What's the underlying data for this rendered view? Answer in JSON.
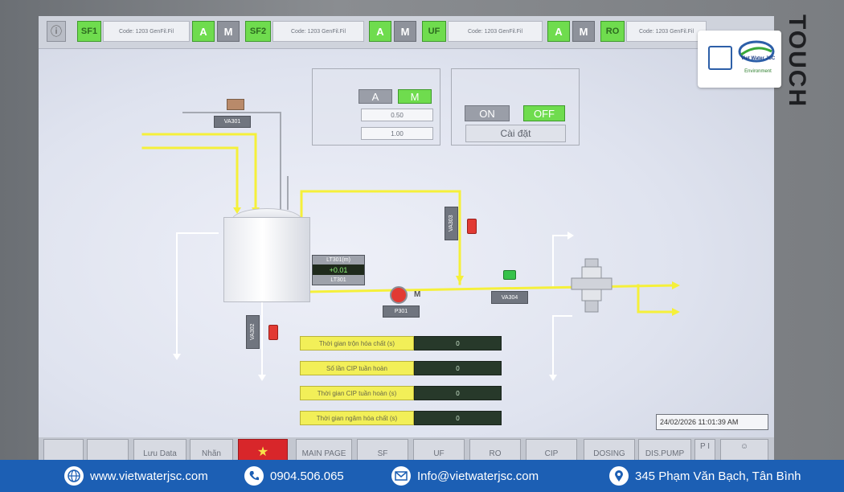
{
  "topbar": {
    "groups": [
      {
        "tag": "SF1",
        "code": "Code: 1203 GenFil.Fil",
        "auto": "A",
        "manual": "M"
      },
      {
        "tag": "SF2",
        "code": "Code: 1203 GenFil.Fil",
        "auto": "A",
        "manual": "M"
      },
      {
        "tag": "UF",
        "code": "Code: 1203 GenFil.Fil",
        "auto": "A",
        "manual": "M"
      },
      {
        "tag": "RO",
        "code": "Code: 1203 GenFil.Fil"
      }
    ]
  },
  "mode_panel": {
    "auto": "A",
    "manual": "M",
    "value1": "0.50",
    "value2": "1.00"
  },
  "power_panel": {
    "on": "ON",
    "off": "OFF",
    "settings": "Cài đặt"
  },
  "process": {
    "va301": "VA301",
    "va303": "VA303",
    "va302": "VA302",
    "va304": "VA304",
    "level_label": "LT301(m)",
    "level_value": "+0.01",
    "lt301": "LT301",
    "pump": "P301",
    "pump_motor": "M"
  },
  "cip_params": [
    {
      "label": "Thời gian trộn hóa chất (s)",
      "value": "0"
    },
    {
      "label": "Số lần  CIP tuần hoàn",
      "value": "0"
    },
    {
      "label": "Thời gian CIP tuần hoàn (s)",
      "value": "0"
    },
    {
      "label": "Thời gian ngâm hóa chất (s)",
      "value": "0"
    }
  ],
  "datetime": "24/02/2026 11:01:39 AM",
  "nav": {
    "luu_data": "Lưu Data",
    "nhan": "Nhãn",
    "main_page": "MAIN PAGE",
    "sf": "SF",
    "uf": "UF",
    "ro": "RO",
    "cip": "CIP",
    "dosing": "DOSING",
    "dis_pump": "DIS.PUMP",
    "pi": "P I"
  },
  "bezel": {
    "touch": "TOUCH"
  },
  "logo": {
    "brand": "Viet Water JSC",
    "tagline": "Environment"
  },
  "footer": {
    "website": "www.vietwaterjsc.com",
    "phone": "0904.506.065",
    "email": "Info@vietwaterjsc.com",
    "address": "345 Phạm Văn Bạch, Tân Bình"
  },
  "colors": {
    "footer_bg": "#1c5fb4",
    "pipe_yellow": "#f5f03a",
    "active_green": "#6fdc4e",
    "alarm_red": "#e23a33"
  },
  "icons": [
    "info-icon",
    "globe-icon",
    "phone-icon",
    "mail-icon",
    "location-icon",
    "flag-star-icon",
    "person-icon"
  ]
}
